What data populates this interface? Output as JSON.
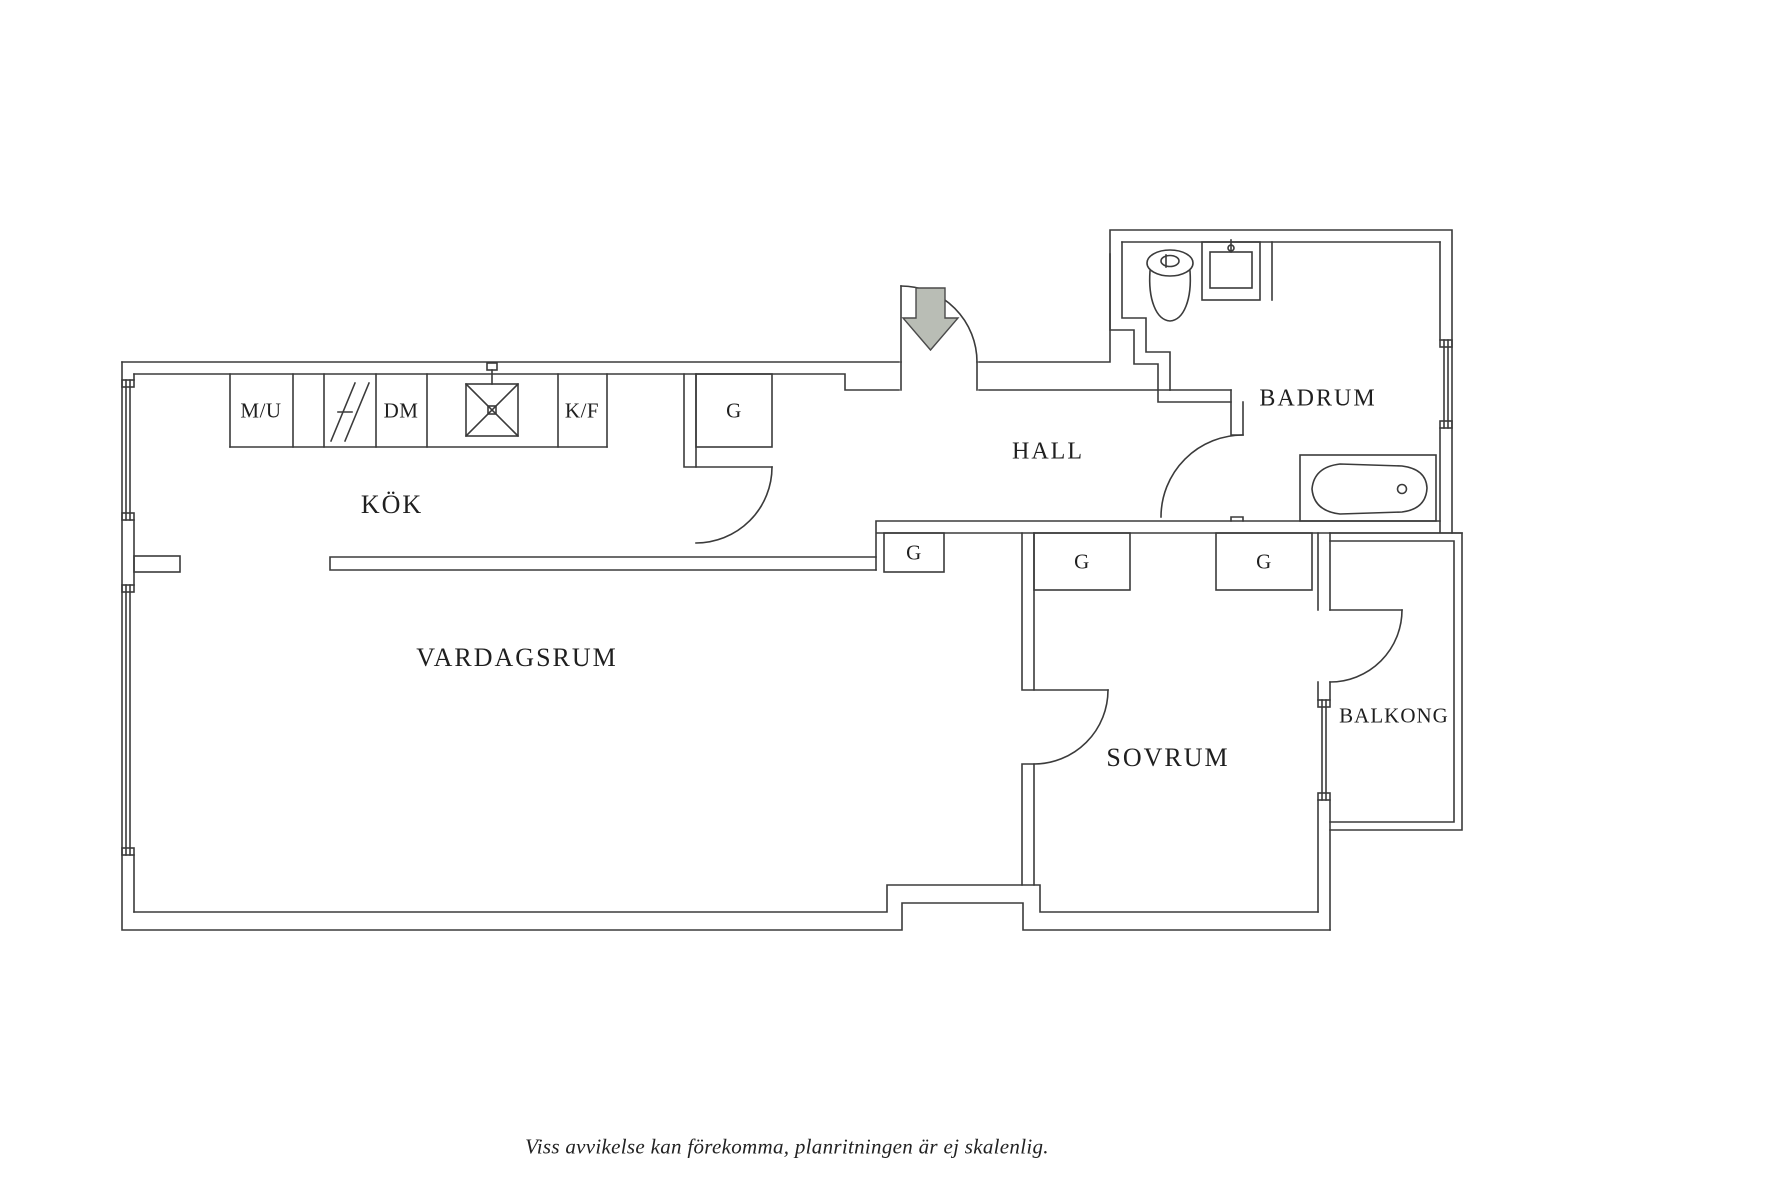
{
  "floor_plan": {
    "room_labels": {
      "kitchen": "KÖK",
      "living_room": "VARDAGSRUM",
      "hall": "HALL",
      "bathroom": "BADRUM",
      "bedroom": "SOVRUM",
      "balcony": "BALKONG"
    },
    "unit_labels": {
      "micro_oven": "M/U",
      "dishwasher": "DM",
      "fridge_freezer": "K/F",
      "wardrobe": "G"
    },
    "disclaimer": "Viss avvikelse kan förekomma, planritningen är ej skalenlig.",
    "colors": {
      "wall_line": "#3b3b3b",
      "text": "#1e1e1e",
      "entry_arrow": "#b9bdb5",
      "background": "#ffffff"
    }
  }
}
